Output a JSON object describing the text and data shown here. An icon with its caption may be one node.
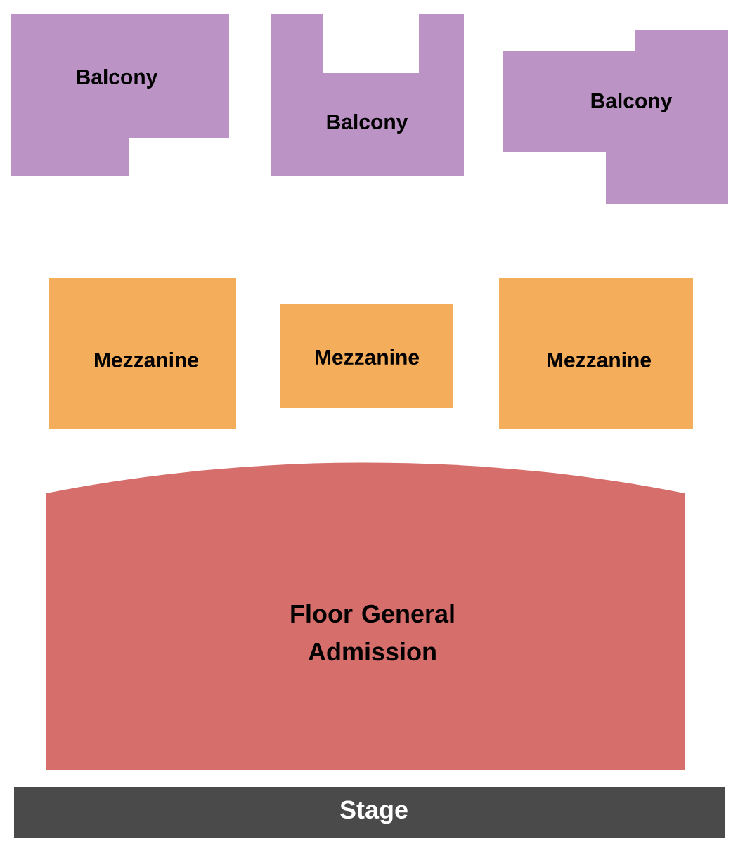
{
  "diagram": {
    "nodes": [
      {
        "text": [
          "Balcony"
        ]
      },
      {
        "text": [
          "Balcony"
        ]
      },
      {
        "text": [
          "Balcony"
        ]
      },
      {
        "text": [
          "Mezzanine"
        ]
      },
      {
        "text": [
          "Mezzanine"
        ]
      },
      {
        "text": [
          "Mezzanine"
        ]
      },
      {
        "text": [
          "Floor General Admission"
        ]
      },
      {
        "text": [
          "Stage"
        ]
      }
    ]
  }
}
